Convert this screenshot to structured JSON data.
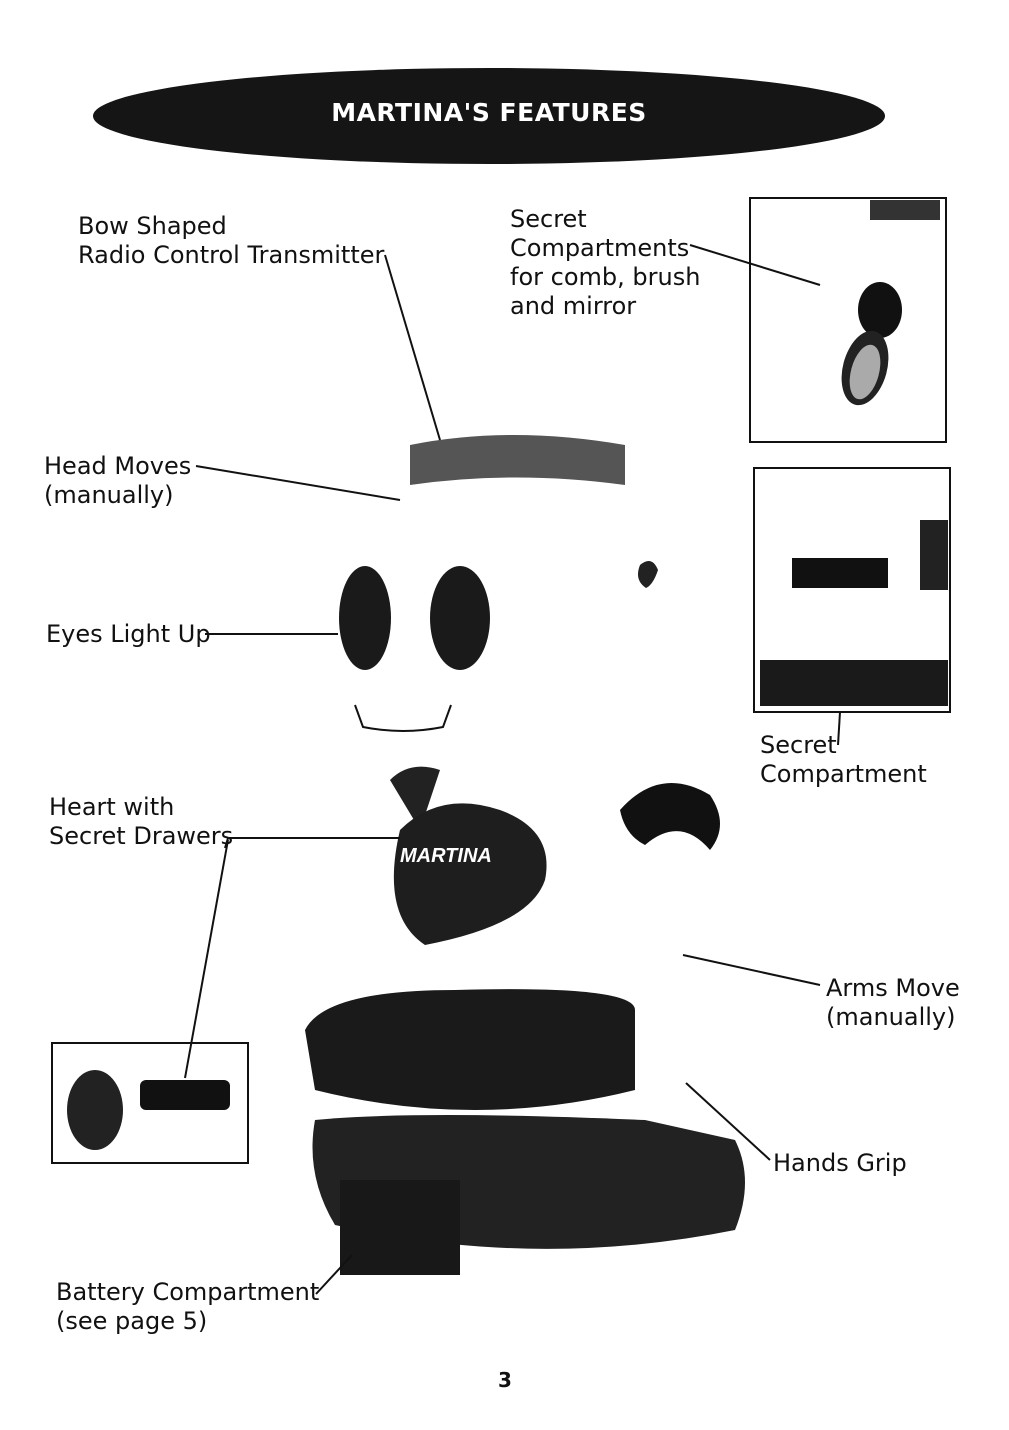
{
  "header": {
    "title": "MARTINA'S FEATURES"
  },
  "labels": {
    "bow_line1": "Bow Shaped",
    "bow_line2": "Radio Control Transmitter",
    "compartments_line1": "Secret",
    "compartments_line2": "Compartments",
    "compartments_line3": "for comb, brush",
    "compartments_line4": "and mirror",
    "head_line1": "Head Moves",
    "head_line2": "(manually)",
    "eyes": "Eyes Light Up",
    "secret_line1": "Secret",
    "secret_line2": "Compartment",
    "heart_line1": "Heart with",
    "heart_line2": "Secret Drawers",
    "arms_line1": "Arms Move",
    "arms_line2": "(manually)",
    "hands": "Hands Grip",
    "battery_line1": "Battery Compartment",
    "battery_line2": "(see page 5)"
  },
  "heart_logo": "MARTINA",
  "page_number": "3"
}
